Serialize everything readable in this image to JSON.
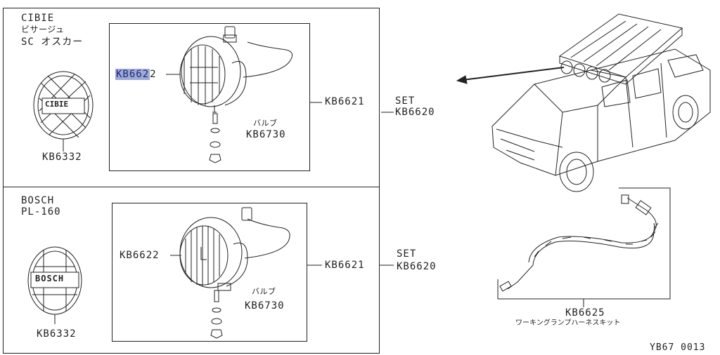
{
  "panel_top": {
    "brand": "CIBIE",
    "model_jp": "ビサージュ",
    "model": "SC オスカー",
    "cover_part": "KB6332",
    "lamp_part_highlight": "KB662",
    "lamp_part_rest": "2",
    "assembly_part": "KB6621",
    "bulb_label": "バルブ",
    "bulb_part": "KB6730",
    "set_label": "SET",
    "set_part": "KB6620",
    "cover_logo": "CIBIE"
  },
  "panel_bottom": {
    "brand": "BOSCH",
    "model": "PL-160",
    "cover_part": "KB6332",
    "lamp_part": "KB6622",
    "assembly_part": "KB6621",
    "bulb_label": "バルブ",
    "bulb_part": "KB6730",
    "set_label": "SET",
    "set_part": "KB6620",
    "cover_logo": "BOSCH"
  },
  "harness": {
    "part": "KB6625",
    "label_jp": "ワーキングランプハーネスキット"
  },
  "footer_code": "YB67 0013",
  "colors": {
    "line": "#222222",
    "highlight": "#9fa9d8"
  }
}
